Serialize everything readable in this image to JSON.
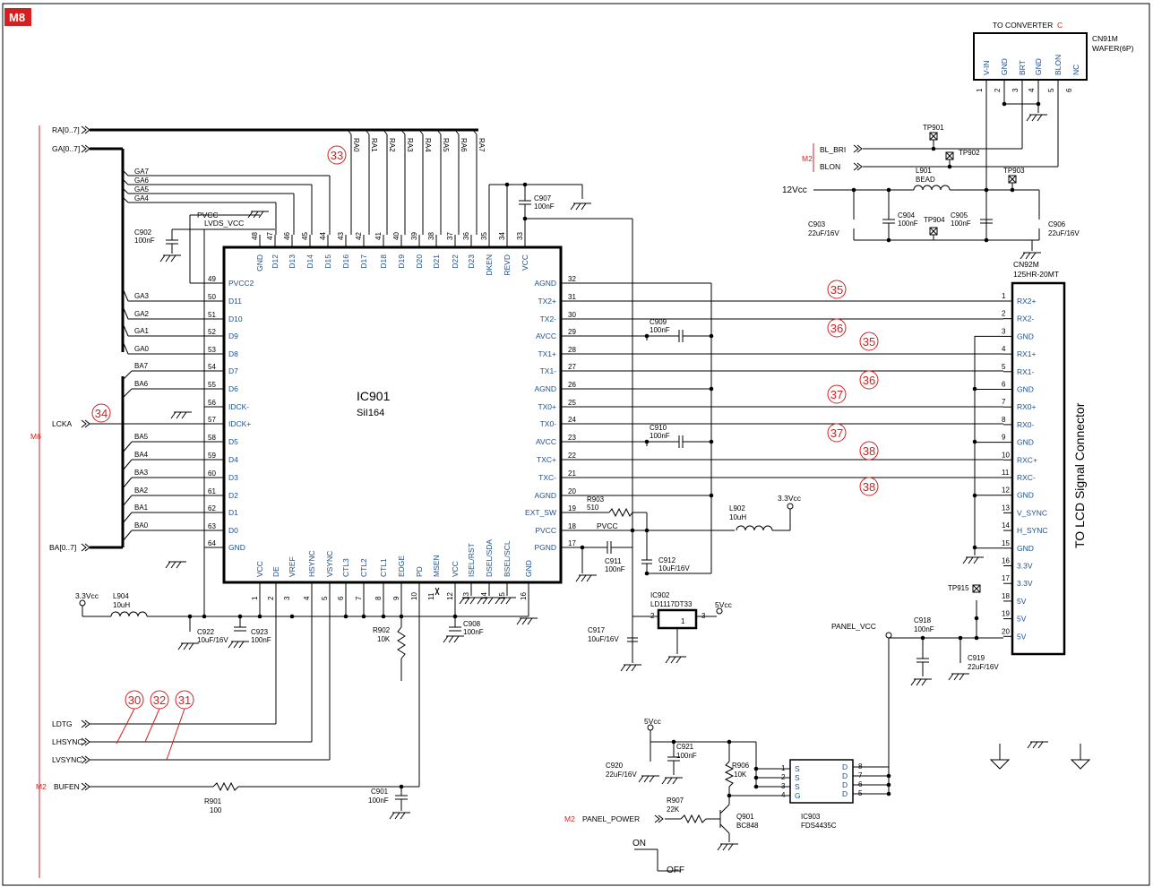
{
  "sheet": {
    "badge": "M8",
    "badge_color": "#d42020",
    "accent_red": "#d42020",
    "pin_blue": "#1d4f8f"
  },
  "ic901": {
    "ref": "IC901",
    "part": "SiI164",
    "pins_top": [
      [
        "48",
        "GND"
      ],
      [
        "47",
        "D12"
      ],
      [
        "46",
        "D13"
      ],
      [
        "45",
        "D14"
      ],
      [
        "44",
        "D15"
      ],
      [
        "43",
        "D16"
      ],
      [
        "42",
        "D17"
      ],
      [
        "41",
        "D18"
      ],
      [
        "40",
        "D19"
      ],
      [
        "39",
        "D20"
      ],
      [
        "38",
        "D21"
      ],
      [
        "37",
        "D22"
      ],
      [
        "36",
        "D23"
      ],
      [
        "35",
        "DKEN"
      ],
      [
        "34",
        "REVD"
      ],
      [
        "33",
        "VCC"
      ]
    ],
    "pins_left": [
      [
        "49",
        "PVCC2"
      ],
      [
        "50",
        "D11"
      ],
      [
        "51",
        "D10"
      ],
      [
        "52",
        "D9"
      ],
      [
        "53",
        "D8"
      ],
      [
        "54",
        "D7"
      ],
      [
        "55",
        "D6"
      ],
      [
        "56",
        "IDCK-"
      ],
      [
        "57",
        "IDCK+"
      ],
      [
        "58",
        "D5"
      ],
      [
        "59",
        "D4"
      ],
      [
        "60",
        "D3"
      ],
      [
        "61",
        "D2"
      ],
      [
        "62",
        "D1"
      ],
      [
        "63",
        "D0"
      ],
      [
        "64",
        "GND"
      ]
    ],
    "pins_right": [
      [
        "32",
        "AGND"
      ],
      [
        "31",
        "TX2+"
      ],
      [
        "30",
        "TX2-"
      ],
      [
        "29",
        "AVCC"
      ],
      [
        "28",
        "TX1+"
      ],
      [
        "27",
        "TX1-"
      ],
      [
        "26",
        "AGND"
      ],
      [
        "25",
        "TX0+"
      ],
      [
        "24",
        "TX0-"
      ],
      [
        "23",
        "AVCC"
      ],
      [
        "22",
        "TXC+"
      ],
      [
        "21",
        "TXC-"
      ],
      [
        "20",
        "AGND"
      ],
      [
        "19",
        "EXT_SW"
      ],
      [
        "18",
        "PVCC"
      ],
      [
        "17",
        "PGND"
      ]
    ],
    "pins_bottom": [
      [
        "1",
        "VCC"
      ],
      [
        "2",
        "DE"
      ],
      [
        "3",
        "VREF"
      ],
      [
        "4",
        "HSYNC"
      ],
      [
        "5",
        "VSYNC"
      ],
      [
        "6",
        "CTL3"
      ],
      [
        "7",
        "CTL2"
      ],
      [
        "8",
        "CTL1"
      ],
      [
        "9",
        "EDGE"
      ],
      [
        "10",
        "PD"
      ],
      [
        "11",
        "MSEN"
      ],
      [
        "12",
        "VCC"
      ],
      [
        "13",
        "ISEL/RST"
      ],
      [
        "14",
        "DSEL/SDA"
      ],
      [
        "15",
        "BSEL/SCL"
      ],
      [
        "16",
        "GND"
      ]
    ]
  },
  "buses": {
    "ra": "RA[0..7]",
    "ga": "GA[0..7]",
    "ba": "BA[0..7]",
    "ra_nets": [
      "RA0",
      "RA1",
      "RA2",
      "RA3",
      "RA4",
      "RA5",
      "RA6",
      "RA7"
    ],
    "ga_top": [
      "GA7",
      "GA6",
      "GA5",
      "GA4"
    ],
    "ga_left": [
      "GA3",
      "GA2",
      "GA1",
      "GA0"
    ],
    "ba_upper": [
      "BA7",
      "BA6"
    ],
    "ba_lower": [
      "BA5",
      "BA4",
      "BA3",
      "BA2",
      "BA1",
      "BA0"
    ]
  },
  "nets": {
    "pvcc": "PVCC",
    "lvds_vcc": "LVDS_VCC",
    "lcka": "LCKA",
    "v33": "3.3Vcc",
    "v12": "12Vcc",
    "v5": "5Vcc",
    "ldtg": "LDTG",
    "lhsync": "LHSYNC",
    "lvsync": "LVSYNC",
    "bufen": "BUFEN",
    "bl_bri": "BL_BRI",
    "blon": "BLON",
    "panel_vcc": "PANEL_VCC",
    "panel_power": "PANEL_POWER",
    "pvcc2": "PVCC",
    "v33b": "3.3Vcc",
    "v5b": "5Vcc"
  },
  "sheet_refs": {
    "m6": "M6",
    "m2a": "M2",
    "m2b": "M2",
    "m2c": "M2"
  },
  "cn91m": {
    "title": "TO CONVERTER",
    "title_mark": "C",
    "ref": "CN91M",
    "type": "WAFER(6P)",
    "pins": [
      [
        "1",
        "V-IN"
      ],
      [
        "2",
        "GND"
      ],
      [
        "3",
        "BRT"
      ],
      [
        "4",
        "GND"
      ],
      [
        "5",
        "BLON"
      ],
      [
        "6",
        "NC"
      ]
    ]
  },
  "cn92m": {
    "ref": "CN92M",
    "type": "125HR-20MT",
    "side_label": "TO LCD Signal Connector",
    "pins": [
      [
        "1",
        "RX2+"
      ],
      [
        "2",
        "RX2-"
      ],
      [
        "3",
        "GND"
      ],
      [
        "4",
        "RX1+"
      ],
      [
        "5",
        "RX1-"
      ],
      [
        "6",
        "GND"
      ],
      [
        "7",
        "RX0+"
      ],
      [
        "8",
        "RX0-"
      ],
      [
        "9",
        "GND"
      ],
      [
        "10",
        "RXC+"
      ],
      [
        "11",
        "RXC-"
      ],
      [
        "12",
        "GND"
      ],
      [
        "13",
        "V_SYNC"
      ],
      [
        "14",
        "H_SYNC"
      ],
      [
        "15",
        "GND"
      ],
      [
        "16",
        "3.3V"
      ],
      [
        "17",
        "3.3V"
      ],
      [
        "18",
        "5V"
      ],
      [
        "19",
        "5V"
      ],
      [
        "20",
        "5V"
      ]
    ]
  },
  "parts": {
    "c902": [
      "C902",
      "100nF"
    ],
    "c907": [
      "C907",
      "100nF"
    ],
    "c909": [
      "C909",
      "100nF"
    ],
    "c910": [
      "C910",
      "100nF"
    ],
    "c911": [
      "C911",
      "100nF"
    ],
    "c912": [
      "C912",
      "10uF/16V"
    ],
    "c917": [
      "C917",
      "10uF/16V"
    ],
    "c908": [
      "C908",
      "100nF"
    ],
    "c922": [
      "C922",
      "10uF/16V"
    ],
    "c923": [
      "C923",
      "100nF"
    ],
    "c901": [
      "C901",
      "100nF"
    ],
    "c903": [
      "C903",
      "22uF/16V"
    ],
    "c904": [
      "C904",
      "100nF"
    ],
    "c905": [
      "C905",
      "100nF"
    ],
    "c906": [
      "C906",
      "22uF/16V"
    ],
    "c918": [
      "C918",
      "100nF"
    ],
    "c919": [
      "C919",
      "22uF/16V"
    ],
    "c920": [
      "C920",
      "22uF/16V"
    ],
    "c921": [
      "C921",
      "100nF"
    ],
    "l901": [
      "L901",
      "BEAD"
    ],
    "l902": [
      "L902",
      "10uH"
    ],
    "l904": [
      "L904",
      "10uH"
    ],
    "r901": [
      "R901",
      "100"
    ],
    "r902": [
      "R902",
      "10K"
    ],
    "r903": [
      "R903",
      "510"
    ],
    "r906": [
      "R906",
      "10K"
    ],
    "r907": [
      "R907",
      "22K"
    ],
    "ic902": [
      "IC902",
      "LD1117DT33"
    ],
    "ic903": [
      "IC903",
      "FDS4435C"
    ],
    "q901": [
      "Q901",
      "BC848"
    ],
    "tp901": "TP901",
    "tp902": "TP902",
    "tp903": "TP903",
    "tp904": "TP904",
    "tp915": "TP915"
  },
  "ic903_pins": {
    "left": [
      [
        "1",
        "S"
      ],
      [
        "2",
        "S"
      ],
      [
        "3",
        "S"
      ],
      [
        "4",
        "G"
      ]
    ],
    "right": [
      [
        "8",
        "D"
      ],
      [
        "7",
        "D"
      ],
      [
        "6",
        "D"
      ],
      [
        "5",
        "D"
      ]
    ]
  },
  "ic902_pins": [
    "2",
    "1",
    "3"
  ],
  "switch": {
    "on": "ON",
    "off": "OFF"
  },
  "markers": [
    {
      "label": "33"
    },
    {
      "label": "34"
    },
    {
      "label": "35"
    },
    {
      "label": "36"
    },
    {
      "label": "35"
    },
    {
      "label": "36"
    },
    {
      "label": "37"
    },
    {
      "label": "37"
    },
    {
      "label": "38"
    },
    {
      "label": "38"
    },
    {
      "label": "30"
    },
    {
      "label": "32"
    },
    {
      "label": "31"
    }
  ]
}
